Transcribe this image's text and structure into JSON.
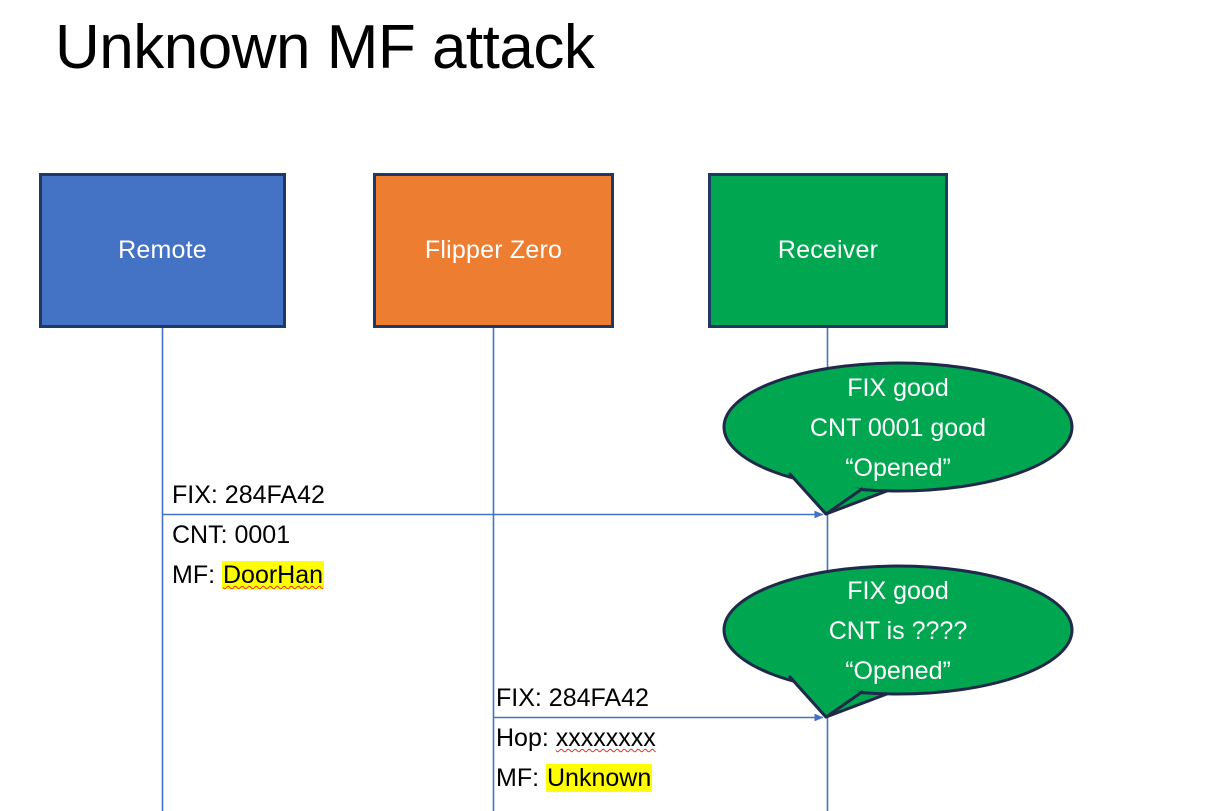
{
  "slide": {
    "title": "Unknown MF attack",
    "background_color": "#FFFFFF"
  },
  "colors": {
    "remote_fill": "#4472C4",
    "flipper_fill": "#ED7D31",
    "receiver_fill": "#00A650",
    "box_border": "#1F3864",
    "lifeline": "#4472C4",
    "arrow": "#4472C4",
    "callout_fill": "#00A650",
    "callout_border": "#1F2A4A",
    "highlight": "#FFFF00",
    "spellcheck_underline": "#E03030",
    "text_dark": "#000000",
    "text_light": "#FFFFFF"
  },
  "actors": [
    {
      "id": "remote",
      "label": "Remote"
    },
    {
      "id": "flipper",
      "label": "Flipper Zero"
    },
    {
      "id": "receiver",
      "label": "Receiver"
    }
  ],
  "messages": [
    {
      "id": "msg1",
      "from": "remote",
      "to": "receiver",
      "lines": [
        {
          "prefix": "FIX: ",
          "value": "284FA42",
          "highlight": false,
          "spellcheck": false
        },
        {
          "prefix": "CNT: ",
          "value": "0001",
          "highlight": false,
          "spellcheck": false
        },
        {
          "prefix": "MF: ",
          "value": "DoorHan",
          "highlight": true,
          "spellcheck": true
        }
      ]
    },
    {
      "id": "msg2",
      "from": "flipper",
      "to": "receiver",
      "lines": [
        {
          "prefix": "FIX: ",
          "value": "284FA42",
          "highlight": false,
          "spellcheck": false
        },
        {
          "prefix": "Hop: ",
          "value": "xxxxxxxx",
          "highlight": false,
          "spellcheck": true
        },
        {
          "prefix": "MF: ",
          "value": "Unknown",
          "highlight": true,
          "spellcheck": false
        }
      ]
    }
  ],
  "callouts": [
    {
      "id": "callout1",
      "attached_to": "msg1",
      "lines": [
        "FIX good",
        "CNT 0001 good",
        "“Opened”"
      ]
    },
    {
      "id": "callout2",
      "attached_to": "msg2",
      "lines": [
        "FIX good",
        "CNT is ????",
        "“Opened”"
      ]
    }
  ]
}
